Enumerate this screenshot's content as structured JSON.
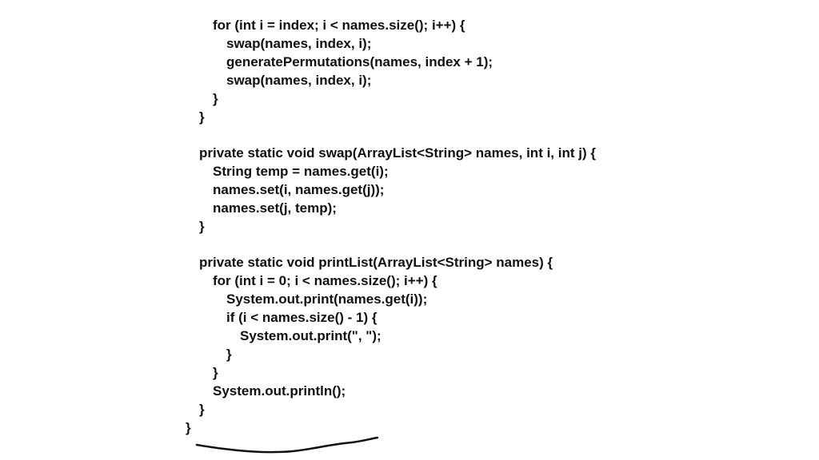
{
  "document": {
    "lines": [
      "for (int i = index; i < names.size(); i++) {",
      "swap(names, index, i);",
      "generatePermutations(names, index + 1);",
      "swap(names, index, i);",
      "}",
      "}",
      "private static void swap(ArrayList<String> names, int i, int j) {",
      "String temp = names.get(i);",
      "names.set(i, names.get(j));",
      "names.set(j, temp);",
      "}",
      "private static void printList(ArrayList<String> names) {",
      "for (int i = 0; i < names.size(); i++) {",
      "System.out.print(names.get(i));",
      "if (i < names.size() - 1) {",
      "System.out.print(\", \");",
      "}",
      "}",
      "System.out.println();",
      "}",
      "}"
    ]
  },
  "colors": {
    "text": "#111111",
    "background": "#ffffff",
    "pen_stroke": "#111111"
  }
}
